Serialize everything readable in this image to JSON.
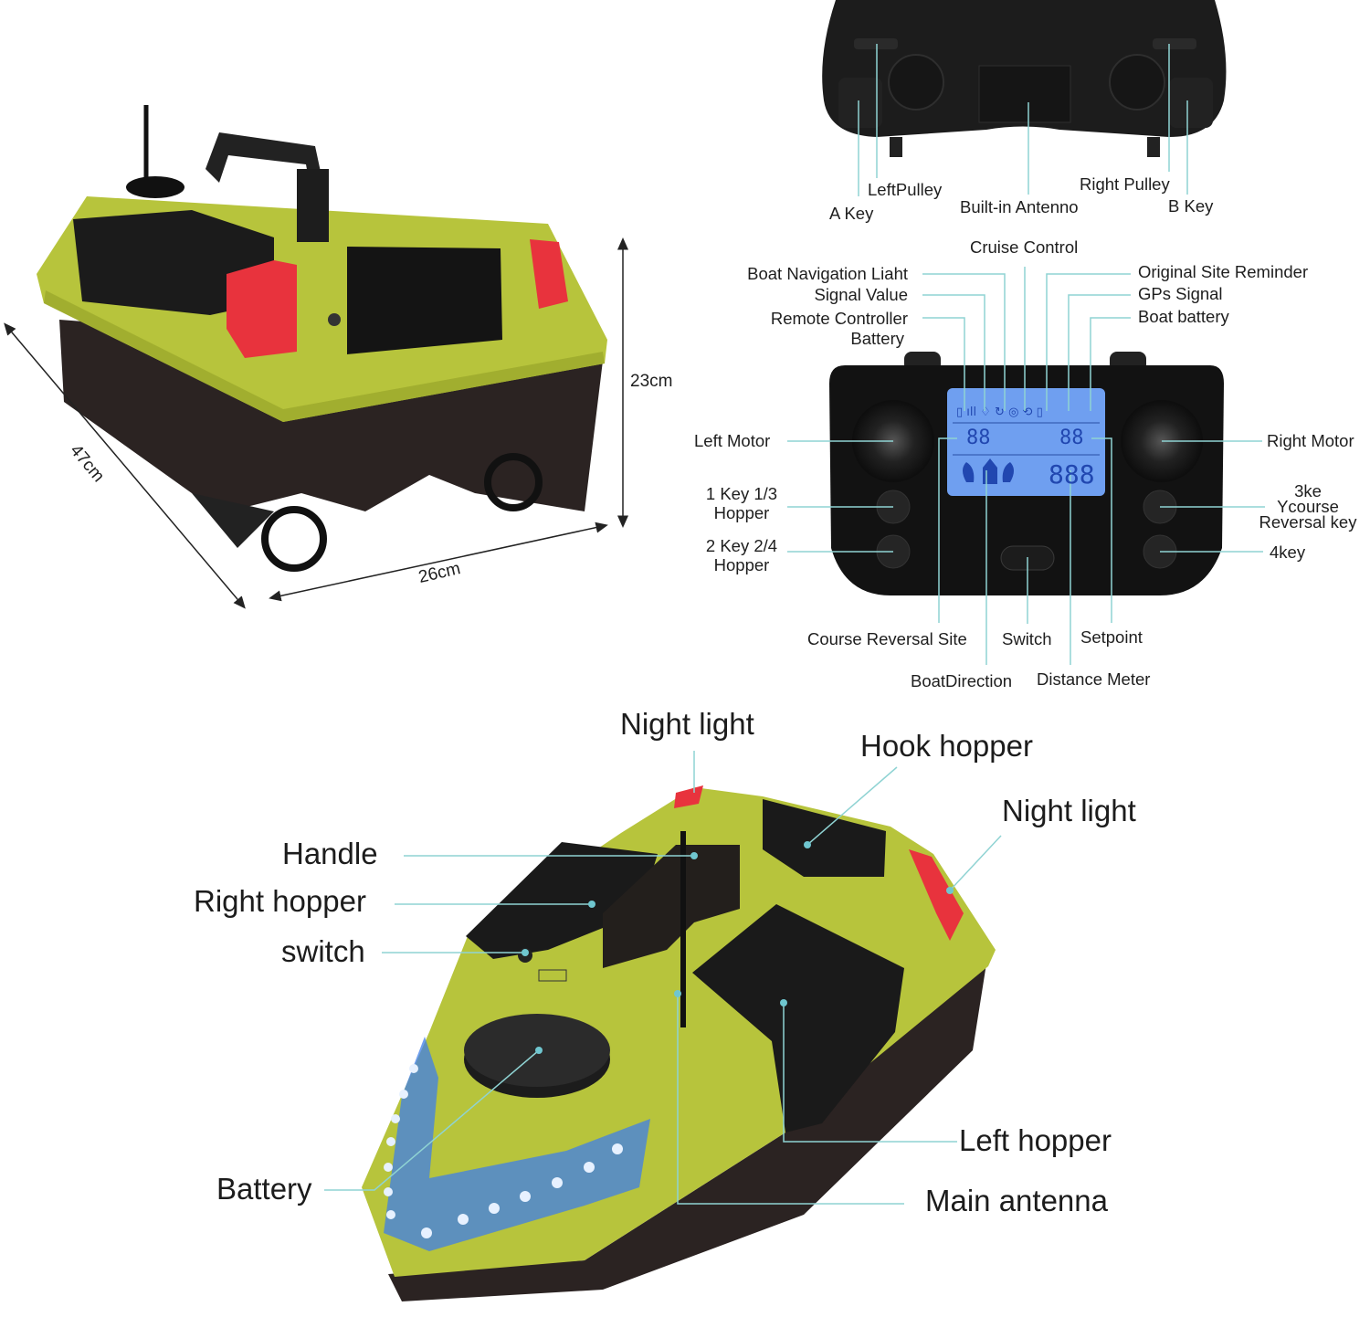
{
  "dimensions": {
    "length": "47cm",
    "width": "26cm",
    "height": "23cm"
  },
  "remote_back": {
    "a_key": "A Key",
    "left_pulley": "LeftPulley",
    "antenna": "Built-in Antenno",
    "right_pulley": "Right Pulley",
    "b_key": "B Key"
  },
  "remote_front": {
    "cruise_control": "Cruise Control",
    "nav_light": "Boat Navigation Liaht",
    "signal_value": "Signal Value",
    "remote_battery_1": "Remote Controller",
    "remote_battery_2": "Battery",
    "original_site": "Original Site Reminder",
    "gps_signal": "GPs Signal",
    "boat_battery": "Boat battery",
    "left_motor": "Left Motor",
    "right_motor": "Right Motor",
    "key1_a": "1 Key 1/3",
    "key1_b": "Hopper",
    "key2_a": "2 Key 2/4",
    "key2_b": "Hopper",
    "key3_a": "3ke",
    "key3_b": "Ycourse",
    "key3_c": "Reversal key",
    "key4": "4key",
    "course_reversal": "Course Reversal Site",
    "switch": "Switch",
    "setpoint": "Setpoint",
    "boat_direction": "BoatDirection",
    "distance_meter": "Distance Meter",
    "lcd": {
      "left_digits": "88",
      "right_digits": "88",
      "distance_digits": "888"
    }
  },
  "boat": {
    "night_light_left": "Night light",
    "hook_hopper": "Hook hopper",
    "night_light_right": "Night light",
    "handle": "Handle",
    "right_hopper": "Right hopper",
    "switch": "switch",
    "left_hopper": "Left hopper",
    "battery": "Battery",
    "main_antenna": "Main antenna"
  },
  "colors": {
    "hull_green": "#b7c43c",
    "hull_dark": "#2b2322",
    "leader": "#8fd3d3",
    "light_red": "#e8333d",
    "lcd_blue": "#6f9ff0",
    "led_blue": "#3f7fe8"
  }
}
